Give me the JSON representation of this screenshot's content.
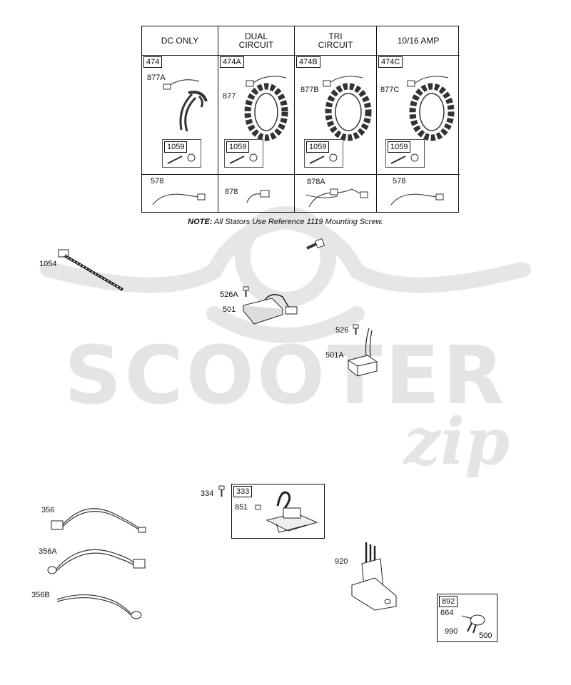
{
  "table": {
    "columns": [
      {
        "header": "DC ONLY",
        "kit": "474",
        "stator": "877A",
        "screw_kit": "1059",
        "lead": "578"
      },
      {
        "header": "DUAL\nCIRCUIT",
        "kit": "474A",
        "stator": "877",
        "screw_kit": "1059",
        "lead": "878"
      },
      {
        "header": "TRI\nCIRCUIT",
        "kit": "474B",
        "stator": "877B",
        "screw_kit": "1059",
        "lead": "878A"
      },
      {
        "header": "10/16 AMP",
        "kit": "474C",
        "stator": "877C",
        "screw_kit": "1059",
        "lead": "578"
      }
    ]
  },
  "note": {
    "prefix": "NOTE:",
    "text": "All Stators Use Reference  1119    Mounting Screw."
  },
  "parts": {
    "p1054": "1054",
    "p526A": "526A",
    "p501": "501",
    "p526": "526",
    "p501A": "501A",
    "p334": "334",
    "p333": "333",
    "p851": "851",
    "p356": "356",
    "p356A": "356A",
    "p356B": "356B",
    "p920": "920",
    "p892": "892",
    "p664": "664",
    "p990": "990",
    "p500": "500"
  },
  "watermark": {
    "brand": "SCOOTER",
    "script": "zip"
  }
}
